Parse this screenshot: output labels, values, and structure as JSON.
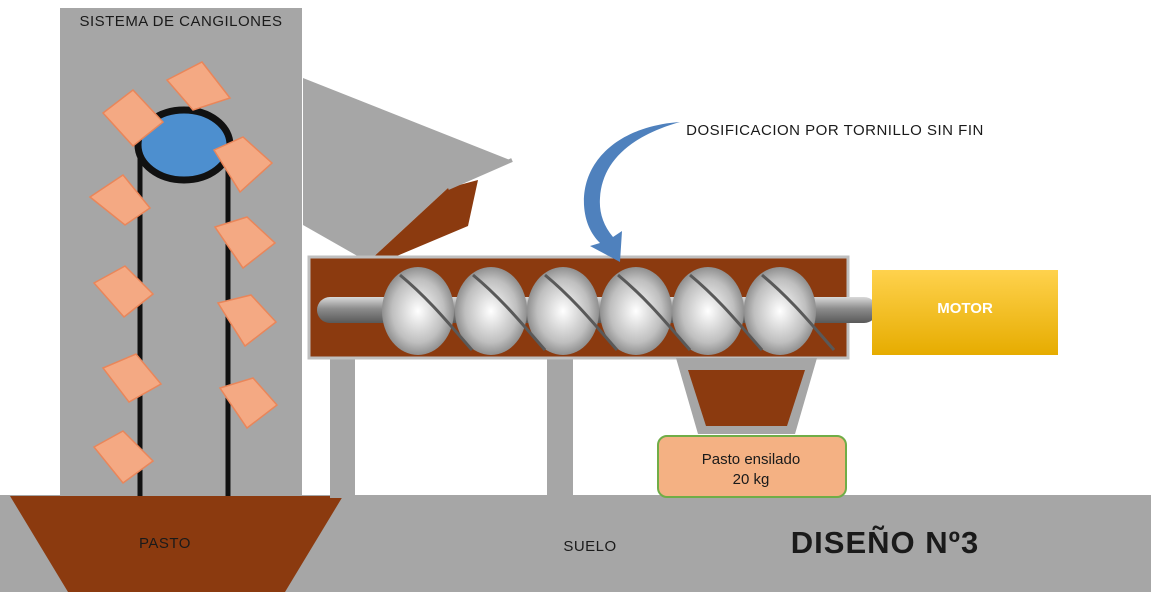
{
  "labels": {
    "bucket_system": "SISTEMA DE CANGILONES",
    "dosing": "DOSIFICACION POR TORNILLO SIN FIN",
    "motor": "MOTOR",
    "product_line1": "Pasto ensilado",
    "product_line2": "20 kg",
    "hopper": "PASTO",
    "floor": "SUELO",
    "title": "DISEÑO Nº3"
  },
  "colors": {
    "tower": "#a6a6a6",
    "floor": "#a6a6a6",
    "brown": "#8b3a0f",
    "bucket": "#f4a983",
    "pulley": "#4d8fcf",
    "motor": "#ffc000",
    "arrow": "#4f81bd",
    "product_box": "#f4b183",
    "product_border": "#70ad47"
  },
  "icons": [
    "pulley-icon",
    "curved-arrow-icon",
    "bucket-icon"
  ]
}
